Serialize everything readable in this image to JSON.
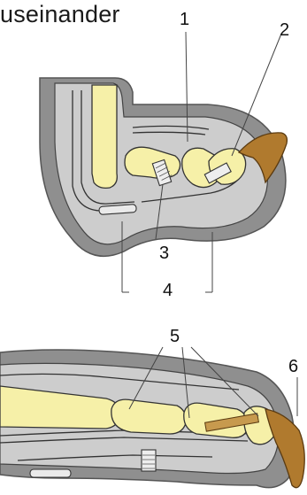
{
  "heading": "useinander",
  "labels": {
    "n1": "1",
    "n2": "2",
    "n3": "3",
    "n4": "4",
    "n5": "5",
    "n6": "6"
  },
  "colors": {
    "skin": "#8f8f8f",
    "tissue": "#c9c9c9",
    "bone": "#f6f0a8",
    "claw": "#b07a2e",
    "line": "#222222"
  }
}
